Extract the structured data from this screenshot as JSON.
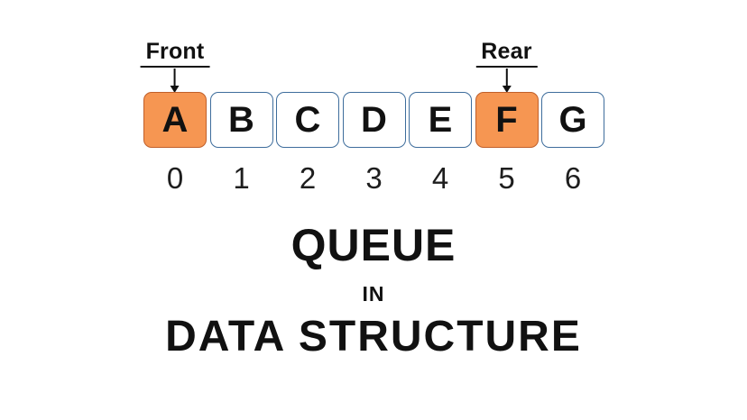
{
  "diagram": {
    "pointers": {
      "front": {
        "label": "Front",
        "index": 0
      },
      "rear": {
        "label": "Rear",
        "index": 5
      }
    },
    "cells": [
      {
        "letter": "A",
        "index": "0",
        "highlighted": true
      },
      {
        "letter": "B",
        "index": "1",
        "highlighted": false
      },
      {
        "letter": "C",
        "index": "2",
        "highlighted": false
      },
      {
        "letter": "D",
        "index": "3",
        "highlighted": false
      },
      {
        "letter": "E",
        "index": "4",
        "highlighted": false
      },
      {
        "letter": "F",
        "index": "5",
        "highlighted": true
      },
      {
        "letter": "G",
        "index": "6",
        "highlighted": false
      }
    ]
  },
  "title": {
    "line1": "QUEUE",
    "line2": "IN",
    "line3": "DATA STRUCTURE"
  },
  "colors": {
    "highlight_fill": "#f69652",
    "highlight_border": "#c05f2a",
    "cell_border": "#3e6d9c",
    "cell_bg": "#ffffff",
    "ink": "#111111",
    "index_ink": "#1e1e1e",
    "canvas_bg": "#ffffff"
  }
}
